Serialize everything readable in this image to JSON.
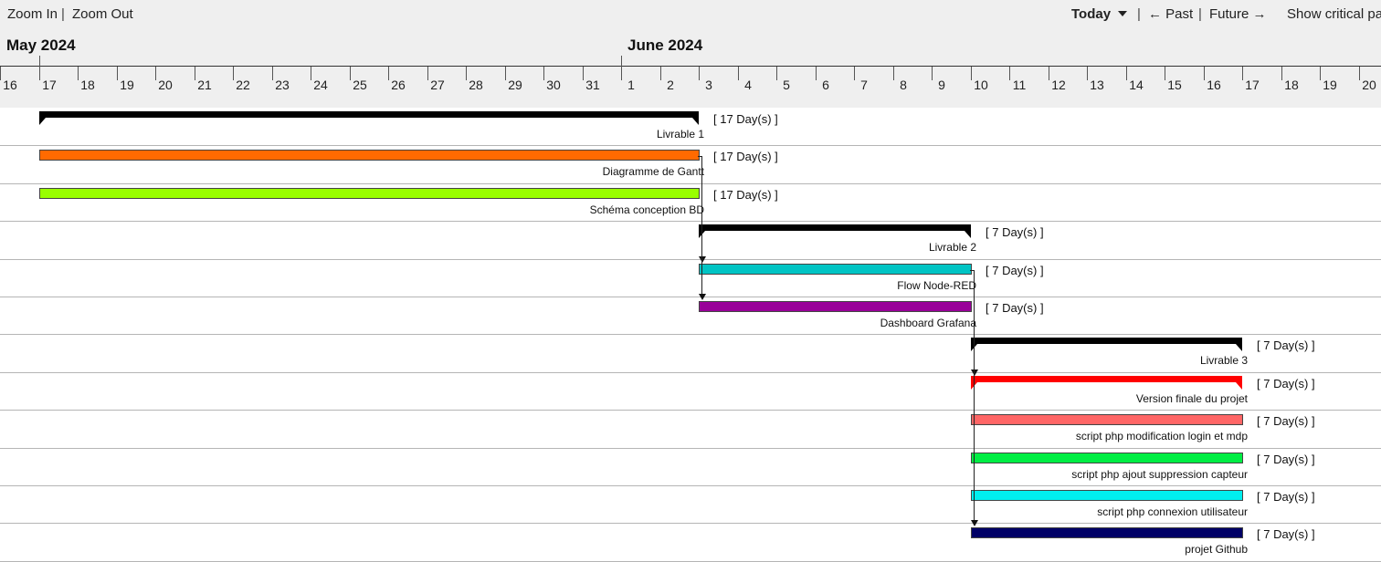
{
  "toolbar": {
    "zoom_in": "Zoom In",
    "separator": "|",
    "zoom_out": "Zoom Out",
    "today": "Today",
    "past": "← Past",
    "future": "Future →",
    "critical_path": "Show critical pa"
  },
  "months": [
    {
      "label": "May 2024",
      "start_index": 1
    },
    {
      "label": "June 2024",
      "start_index": 16
    }
  ],
  "days": [
    "16",
    "17",
    "18",
    "19",
    "20",
    "21",
    "22",
    "23",
    "24",
    "25",
    "26",
    "27",
    "28",
    "29",
    "30",
    "31",
    "1",
    "2",
    "3",
    "4",
    "5",
    "6",
    "7",
    "8",
    "9",
    "10",
    "11",
    "12",
    "13",
    "14",
    "15",
    "16",
    "17",
    "18",
    "19",
    "20"
  ],
  "colors": {
    "header_bg": "#efefef",
    "grid_line": "#b5b5b5",
    "summary": "#000000"
  },
  "tasks": [
    {
      "name": "Livrable 1",
      "type": "summary",
      "start_index": 1,
      "end_index": 18,
      "duration": "[ 17 Day(s) ]",
      "color": "#000000"
    },
    {
      "name": "Diagramme de Gantt",
      "type": "task",
      "start_index": 1,
      "end_index": 18,
      "duration": "[ 17 Day(s) ]",
      "color": "#ff6a00"
    },
    {
      "name": "Schéma conception BD",
      "type": "task",
      "start_index": 1,
      "end_index": 18,
      "duration": "[ 17 Day(s) ]",
      "color": "#99ff00"
    },
    {
      "name": "Livrable 2",
      "type": "summary",
      "start_index": 18,
      "end_index": 25,
      "duration": "[ 7 Day(s) ]",
      "color": "#000000"
    },
    {
      "name": "Flow Node-RED",
      "type": "task",
      "start_index": 18,
      "end_index": 25,
      "duration": "[ 7 Day(s) ]",
      "color": "#00c4c4"
    },
    {
      "name": "Dashboard Grafana",
      "type": "task",
      "start_index": 18,
      "end_index": 25,
      "duration": "[ 7 Day(s) ]",
      "color": "#990099"
    },
    {
      "name": "Livrable 3",
      "type": "summary",
      "start_index": 25,
      "end_index": 32,
      "duration": "[ 7 Day(s) ]",
      "color": "#000000"
    },
    {
      "name": "Version finale du projet",
      "type": "summary",
      "start_index": 25,
      "end_index": 32,
      "duration": "[ 7 Day(s) ]",
      "color": "#ff0000"
    },
    {
      "name": "script php modification login et mdp",
      "type": "task",
      "start_index": 25,
      "end_index": 32,
      "duration": "[ 7 Day(s) ]",
      "color": "#ff6666"
    },
    {
      "name": "script php ajout suppression capteur",
      "type": "task",
      "start_index": 25,
      "end_index": 32,
      "duration": "[ 7 Day(s) ]",
      "color": "#00ee44"
    },
    {
      "name": "script php connexion utilisateur",
      "type": "task",
      "start_index": 25,
      "end_index": 32,
      "duration": "[ 7 Day(s) ]",
      "color": "#00eeee"
    },
    {
      "name": "projet Github",
      "type": "task",
      "start_index": 25,
      "end_index": 32,
      "duration": "[ 7 Day(s) ]",
      "color": "#000066"
    }
  ],
  "dependencies": [
    {
      "from": 1,
      "to": 4
    },
    {
      "from": 1,
      "to": 5
    },
    {
      "from": 4,
      "to": 7
    },
    {
      "from": 4,
      "to": 11
    }
  ]
}
